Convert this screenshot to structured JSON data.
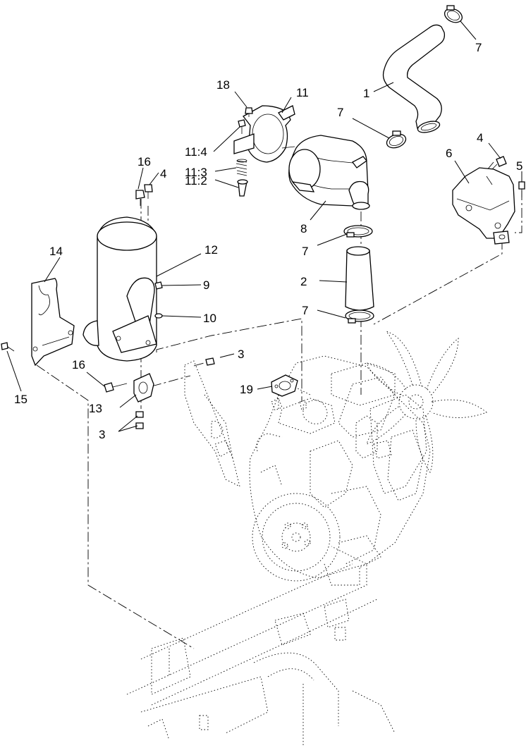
{
  "callouts": {
    "c1": "1",
    "c2": "2",
    "c3a": "3",
    "c3b": "3",
    "c4a": "4",
    "c4b": "4",
    "c5": "5",
    "c6": "6",
    "c7a": "7",
    "c7b": "7",
    "c7c": "7",
    "c7d": "7",
    "c8": "8",
    "c9": "9",
    "c10": "10",
    "c11": "11",
    "c11_2": "11:2",
    "c11_3": "11:3",
    "c11_4": "11:4",
    "c12": "12",
    "c13": "13",
    "c14": "14",
    "c15": "15",
    "c16a": "16",
    "c16b": "16",
    "c18": "18",
    "c19": "19"
  }
}
